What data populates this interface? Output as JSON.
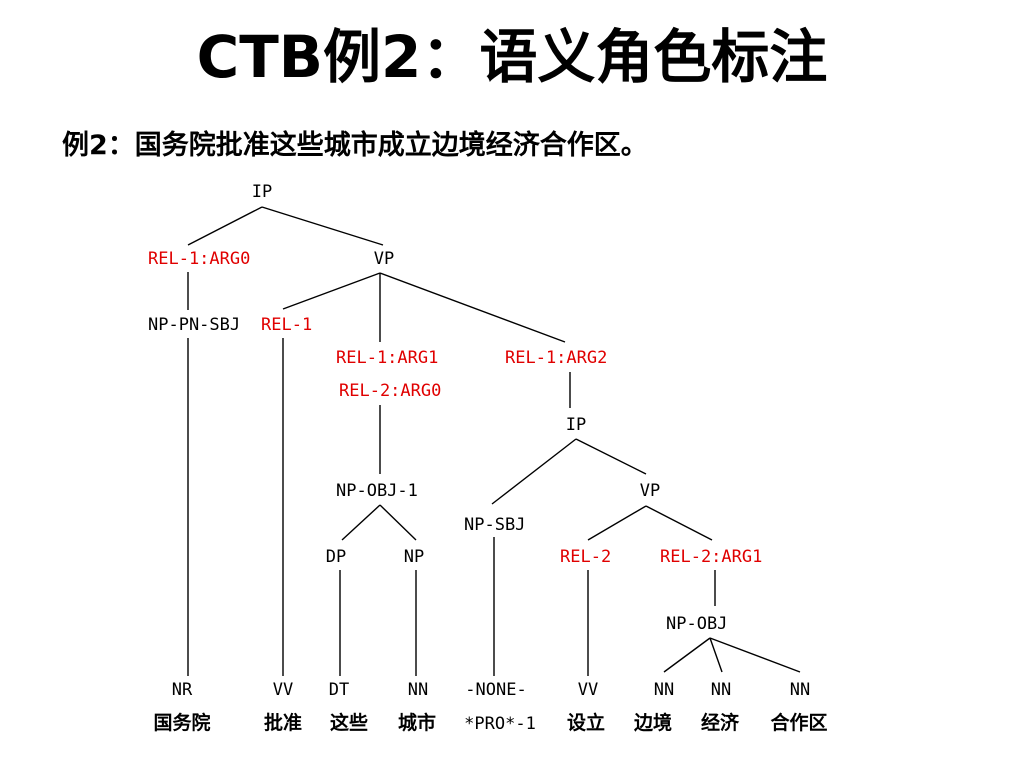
{
  "title": "CTB例2：语义角色标注",
  "subtitle": "例2：国务院批准这些城市成立边境经济合作区。",
  "colors": {
    "rel_label": "#e00000",
    "text": "#000000",
    "line": "#000000"
  },
  "tree": {
    "labels": {
      "ip_root": "IP",
      "rel1_arg0": "REL-1:ARG0",
      "vp_main": "VP",
      "np_pn_sbj": "NP-PN-SBJ",
      "rel1": "REL-1",
      "rel1_arg1": "REL-1:ARG1",
      "rel2_arg0": "REL-2:ARG0",
      "rel1_arg2": "REL-1:ARG2",
      "ip_sub": "IP",
      "np_obj_1": "NP-OBJ-1",
      "vp_sub": "VP",
      "np_sbj": "NP-SBJ",
      "dp": "DP",
      "np": "NP",
      "rel2": "REL-2",
      "rel2_arg1": "REL-2:ARG1",
      "np_obj": "NP-OBJ"
    },
    "pos": [
      "NR",
      "VV",
      "DT",
      "NN",
      "-NONE-",
      "VV",
      "NN",
      "NN",
      "NN"
    ],
    "words": [
      "国务院",
      "批准",
      "这些",
      "城市",
      "*PRO*-1",
      "设立",
      "边境",
      "经济",
      "合作区"
    ]
  }
}
